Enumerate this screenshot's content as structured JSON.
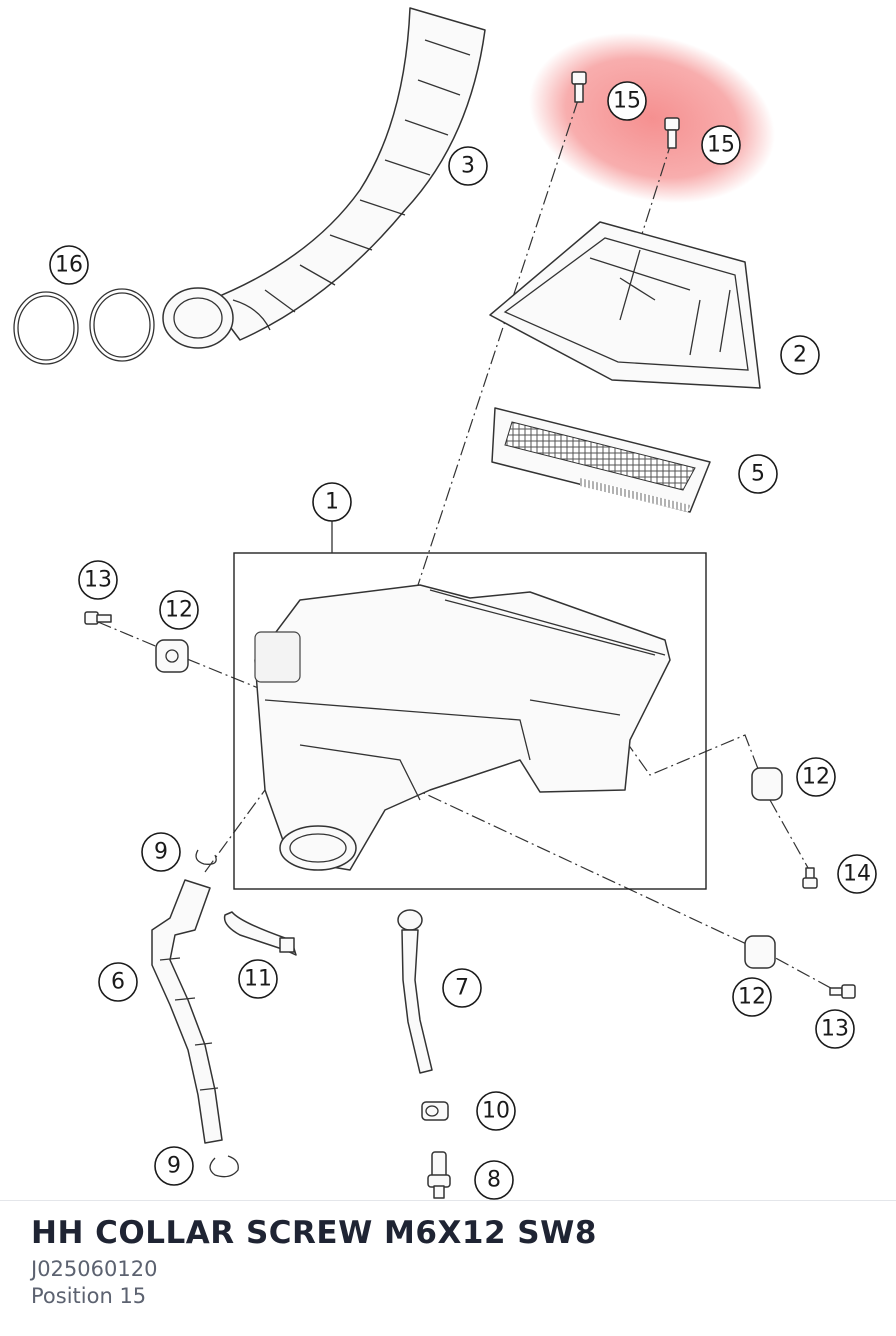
{
  "part": {
    "title": "HH COLLAR SCREW M6X12 SW8",
    "number": "J025060120",
    "position": "Position 15"
  },
  "highlight_color": "#f26b6b",
  "callouts": [
    {
      "label": "15",
      "highlighted": true
    },
    {
      "label": "15",
      "highlighted": true
    },
    {
      "label": "3"
    },
    {
      "label": "16"
    },
    {
      "label": "2"
    },
    {
      "label": "5"
    },
    {
      "label": "1"
    },
    {
      "label": "13"
    },
    {
      "label": "12"
    },
    {
      "label": "12"
    },
    {
      "label": "14"
    },
    {
      "label": "9"
    },
    {
      "label": "11"
    },
    {
      "label": "6"
    },
    {
      "label": "7"
    },
    {
      "label": "12"
    },
    {
      "label": "13"
    },
    {
      "label": "10"
    },
    {
      "label": "9"
    },
    {
      "label": "8"
    }
  ]
}
